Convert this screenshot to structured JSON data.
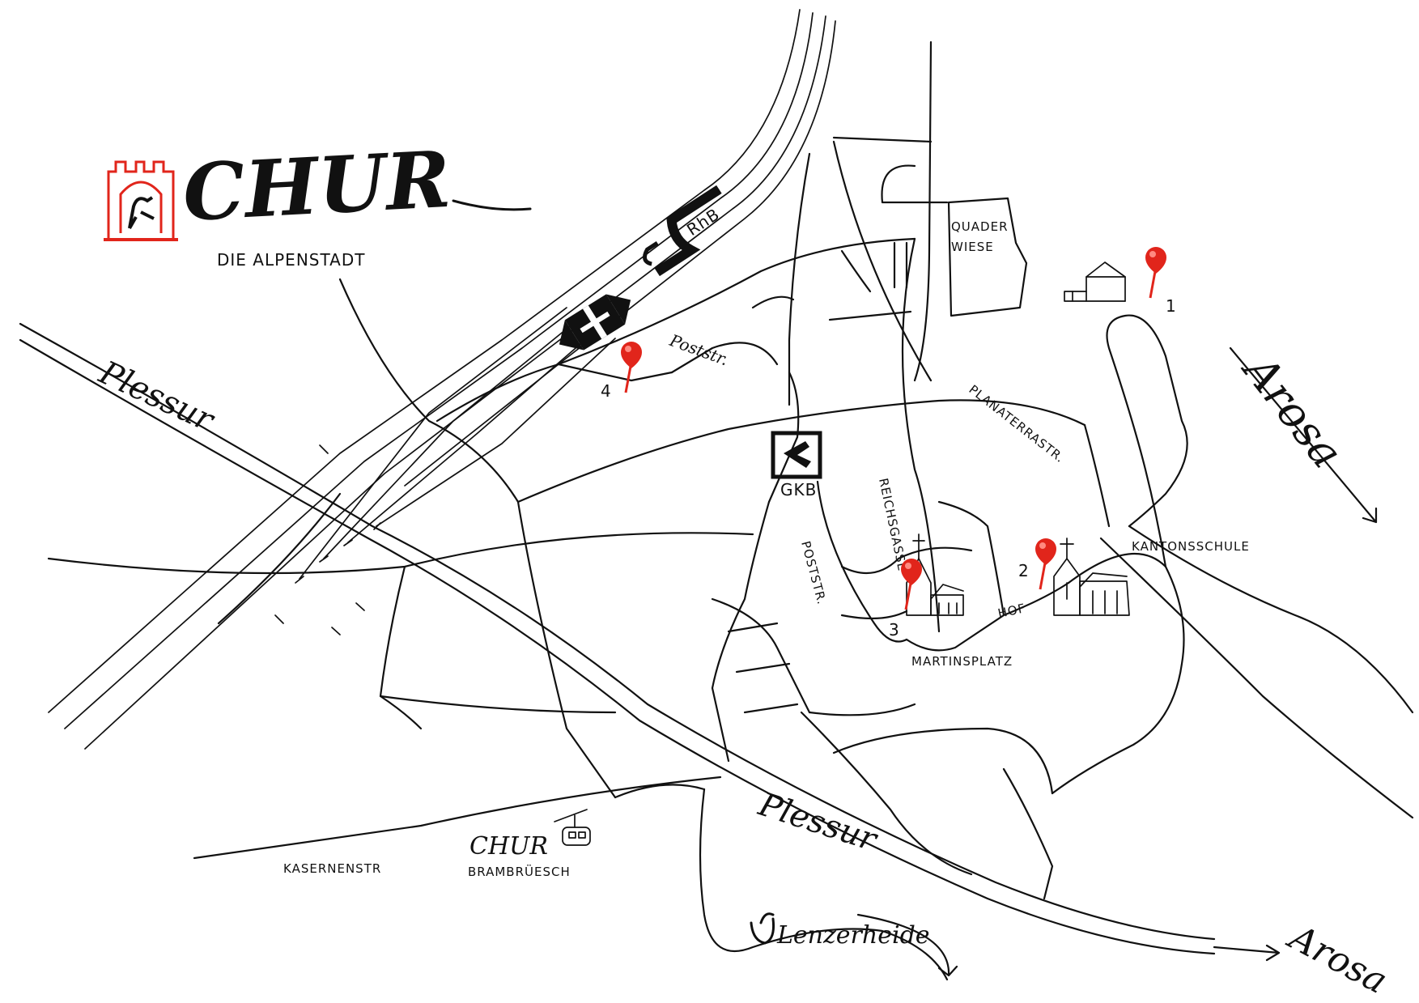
{
  "header": {
    "title": "CHUR",
    "subtitle": "DIE ALPENSTADT",
    "logo_color": "#e1251b"
  },
  "colors": {
    "ink": "#111111",
    "pin": "#e1251b",
    "pin_highlight": "#ff8a80"
  },
  "icons": [
    "coat-of-arms-icon",
    "sbb-station-icon",
    "rhb-icon",
    "gkb-icon",
    "church-icon",
    "cable-car-icon",
    "lenzerheide-icon",
    "map-pin-icon"
  ],
  "labels": {
    "rhb": "RhB",
    "gkb": "GKB",
    "quader_1": "QUADER",
    "quader_2": "WIESE",
    "poststr_top": "Poststr.",
    "poststr_mid": "POSTSTR.",
    "planaterra": "PLANATERRASTR.",
    "reichsgasse": "REICHSGASSE",
    "hof": "HOF",
    "kantonsschule": "KANTONSSCHULE",
    "martinsplatz": "MARTINSPLATZ",
    "kasernenstr": "KASERNENSTR",
    "plessur_1": "Plessur",
    "plessur_2": "Plessur",
    "arosa_1": "Arosa",
    "arosa_2": "Arosa",
    "lenzerheide": "Lenzerheide",
    "brambruesch_1": "CHUR",
    "brambruesch_2": "BRAMBRÜESCH"
  },
  "markers": [
    {
      "number": "1"
    },
    {
      "number": "2"
    },
    {
      "number": "3"
    },
    {
      "number": "4"
    }
  ]
}
